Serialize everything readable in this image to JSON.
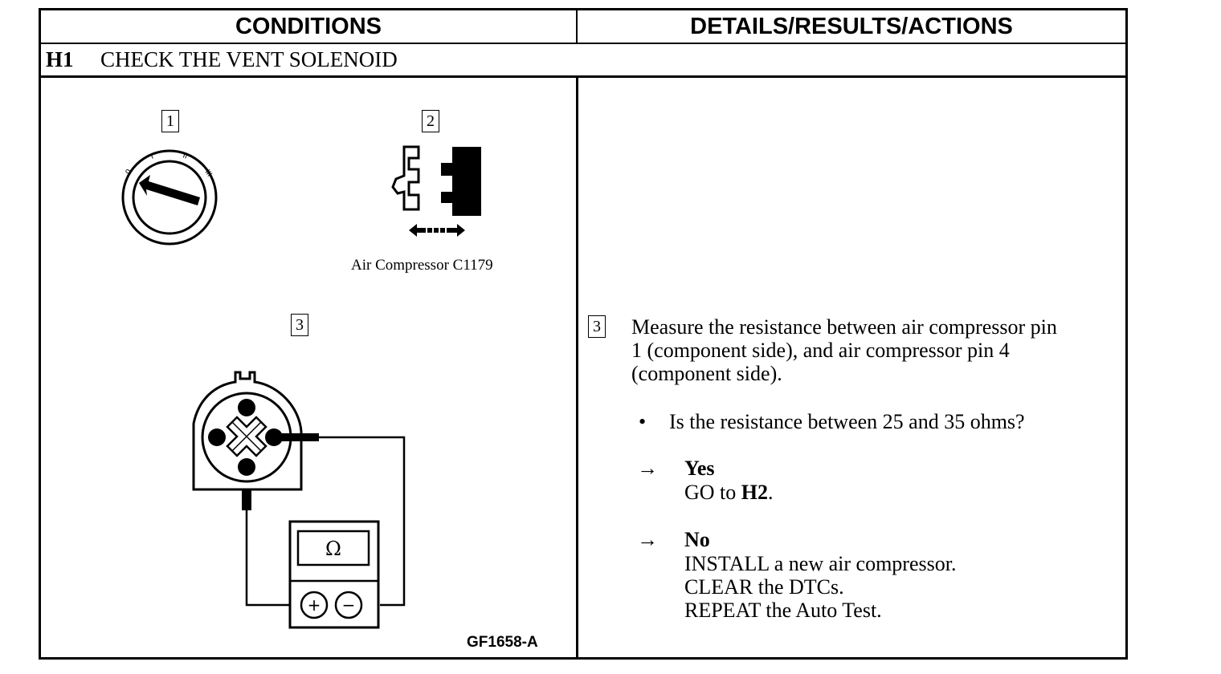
{
  "header": {
    "conditions": "CONDITIONS",
    "details": "DETAILS/RESULTS/ACTIONS"
  },
  "step": {
    "code": "H1",
    "title": "CHECK THE VENT SOLENOID"
  },
  "figure": {
    "box1": "1",
    "box2": "2",
    "box3": "3",
    "ignition_positions": [
      "0",
      "I",
      "II",
      "III"
    ],
    "connector_label": "Air Compressor C1179",
    "meter_symbol": "Ω",
    "meter_plus": "+",
    "meter_minus": "−",
    "figure_id": "GF1658-A"
  },
  "details": {
    "step_box": "3",
    "instruction_lines": [
      "Measure the resistance between air compressor pin",
      "1 (component side), and air compressor pin 4",
      "(component side)."
    ],
    "bullet": "•",
    "question": "Is the resistance between 25 and 35 ohms?",
    "yes": {
      "arrow": "→",
      "label": "Yes",
      "action_prefix": "GO to ",
      "action_target": "H2",
      "action_suffix": "."
    },
    "no": {
      "arrow": "→",
      "label": "No",
      "actions": [
        "INSTALL a new air compressor.",
        "CLEAR the DTCs.",
        "REPEAT the Auto Test."
      ]
    }
  }
}
